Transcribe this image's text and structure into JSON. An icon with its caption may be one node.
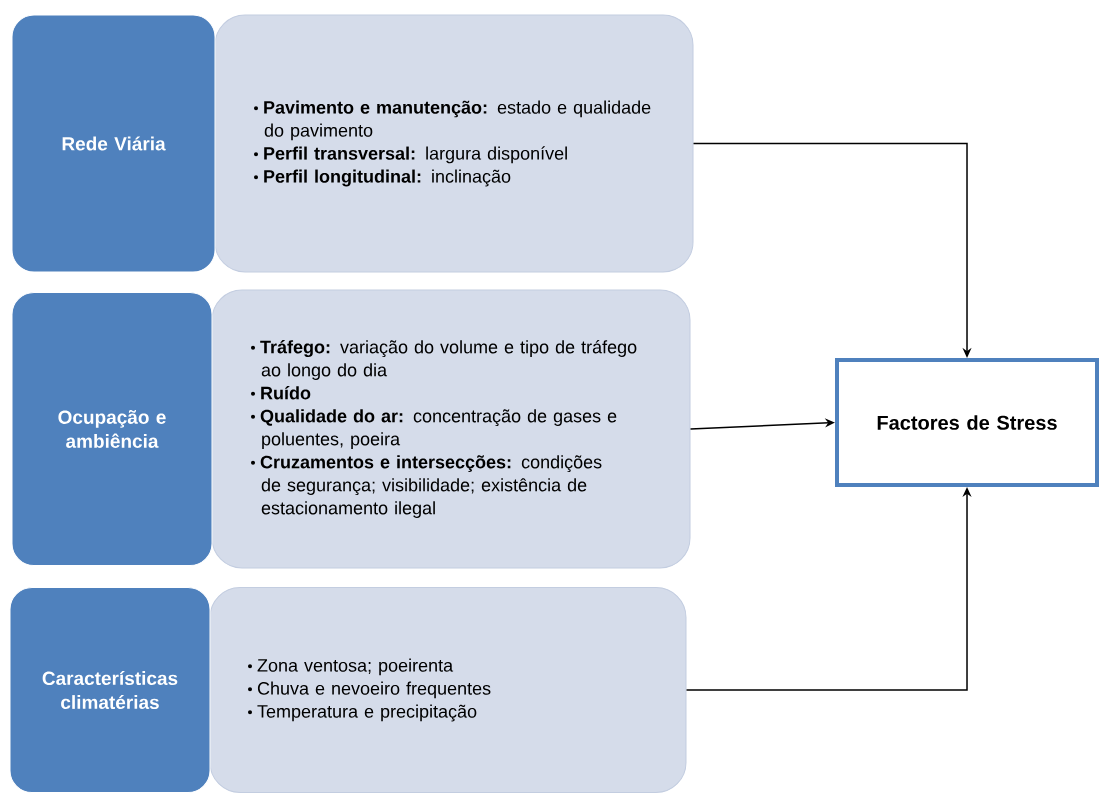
{
  "diagram": {
    "nodes": [
      {
        "text": [
          "Rede Viária"
        ]
      },
      {
        "text": [
          "**Pavimento e manutenção:** estado e qualidade do pavimento",
          "**Perfil transversal:** largura disponível",
          "**Perfil longitudinal:** inclinação"
        ]
      },
      {
        "text": [
          "Ocupação e ambiência"
        ]
      },
      {
        "text": [
          "**Tráfego:** variação do volume e tipo de tráfego ao longo do dia",
          "**Ruído**",
          "**Qualidade do ar:** concentração de gases e poluentes, poeira",
          "**Cruzamentos e intersecções:** condições de segurança; visibilidade; existência de estacionamento ilegal"
        ]
      },
      {
        "text": [
          "Características climatérias"
        ]
      },
      {
        "text": [
          "Zona ventosa; poeirenta",
          "Chuva e nevoeiro frequentes",
          "Temperatura e precipitação"
        ]
      },
      {
        "text": [
          "Factores de Stress"
        ]
      }
    ],
    "edges": [
      {
        "from": 1,
        "to": 6,
        "arrow": "to"
      },
      {
        "from": 3,
        "to": 6,
        "arrow": "to"
      },
      {
        "from": 5,
        "to": 6,
        "arrow": "to"
      }
    ]
  }
}
